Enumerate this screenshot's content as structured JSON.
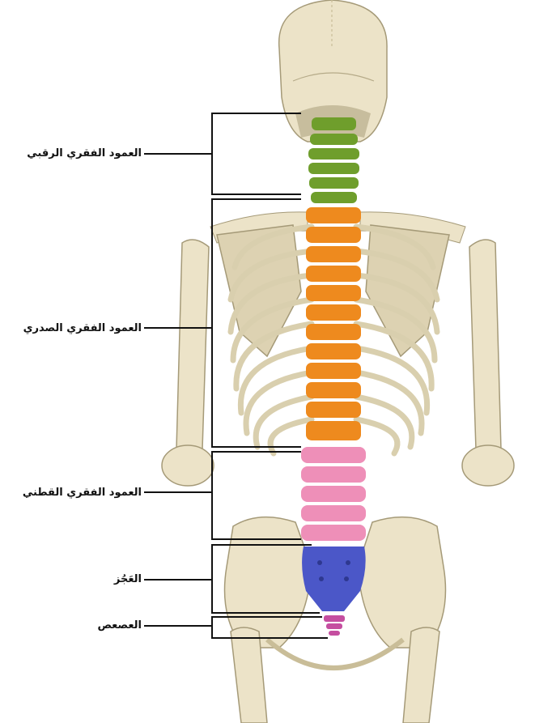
{
  "labels": {
    "cervical": "العمود الفقري الرقبي",
    "thoracic": "العمود الفقري الصدري",
    "lumbar": "العمود الفقري القطني",
    "sacrum": "العَجُز",
    "coccyx": "العصعص"
  },
  "colors": {
    "bone": "#ece3c8",
    "bone_shadow": "#c9bd98",
    "cervical": "#6f9e2c",
    "thoracic": "#ee8a1e",
    "lumbar": "#ee8fb8",
    "sacrum": "#4b57c8",
    "coccyx": "#c54ea0",
    "bracket": "#111111"
  }
}
